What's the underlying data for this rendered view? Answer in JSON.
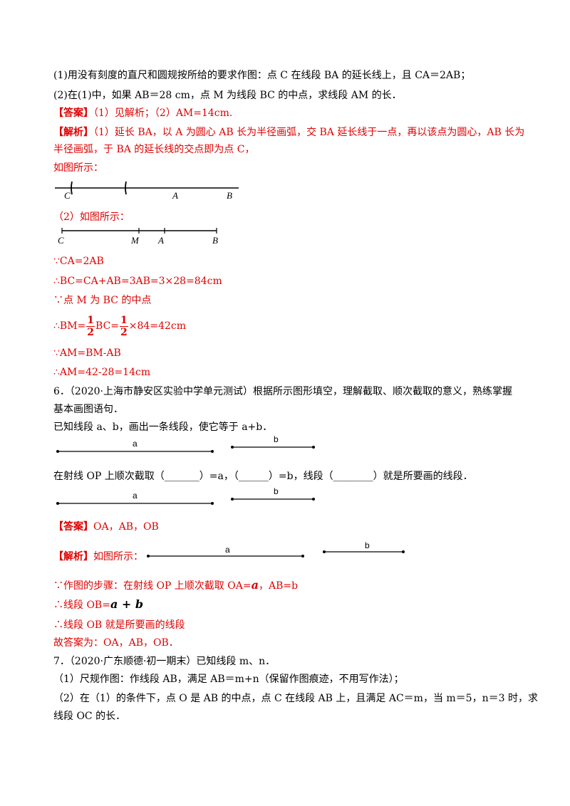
{
  "q5": {
    "part1": "(1)用没有刻度的直尺和圆规按所给的要求作图：点 C 在线段 BA 的延长线上，且 CA＝2AB；",
    "part2": "(2)在(1)中，如果 AB＝28 cm，点 M 为线段 BC 的中点，求线段 AM 的长．",
    "answer_tag": "【答案】",
    "answer_text": "（1）见解析；（2）AM=14cm.",
    "analysis_tag": "【解析】",
    "analysis_line1": "（1）延长 BA，以 A 为圆心 AB 长为半径画弧，交 BA 延长线于一点，再以该点为圆心，AB 长为",
    "analysis_line2": "半径画弧，于 BA 的延长线的交点即为点 C，",
    "figure_caption": "如图所示：",
    "fig1_labels": {
      "c": "C",
      "a": "A",
      "b": "B"
    },
    "part2_caption": "（2）如图所示：",
    "fig2_labels": {
      "c": "C",
      "m": "M",
      "a": "A",
      "b": "B"
    },
    "step1": "∵CA=2AB",
    "step2": "∴BC=CA+AB=3AB=3×28=84cm",
    "step3": "∵点 M 为 BC 的中点",
    "step4_prefix": "∴BM=",
    "step4_num": "1",
    "step4_den": "2",
    "step4_mid": "BC=",
    "step4_suffix": "×84=42cm",
    "step5": "∵AM=BM-AB",
    "step6": "∴AM=42-28=14cm"
  },
  "q6": {
    "title": "6．（2020·上海市静安区实验中学单元测试）根据所示图形填空，理解截取、顺次截取的意义，熟练掌握",
    "title_cont": "基本画图语句．",
    "given": "已知线段 a、b，画出一条线段，使它等于 a+b．",
    "seg_a": "a",
    "seg_b": "b",
    "fill_text": "在射线 OP 上顺次截取（_______）=a，（______）=b，线段（________）就是所要画的线段．",
    "answer_tag": "【答案】",
    "answer_text": "OA，AB，OB",
    "analysis_tag": "【解析】",
    "analysis_text": "如图所示：",
    "step1_prefix": "∵作图的步骤：在射线 OP 上顺次截取 OA=",
    "step1_var": "a",
    "step1_suffix": "，AB=b",
    "step2_prefix": "∴线段 OB=",
    "step2_expr": "a + b",
    "step3": "∴线段 OB 就是所要画的线段",
    "conclusion": "故答案为：OA，AB，OB．"
  },
  "q7": {
    "title": "7．（2020·广东顺德·初一期末）已知线段 m、n．",
    "part1": "（1）尺规作图：作线段 AB，满足 AB＝m+n（保留作图痕迹，不用写作法）；",
    "part2_line1": "（2）在（1）的条件下，点 O 是 AB 的中点，点 C 在线段 AB 上，且满足 AC＝m，当 m＝5，n＝3 时，求",
    "part2_line2": "线段 OC 的长．"
  }
}
